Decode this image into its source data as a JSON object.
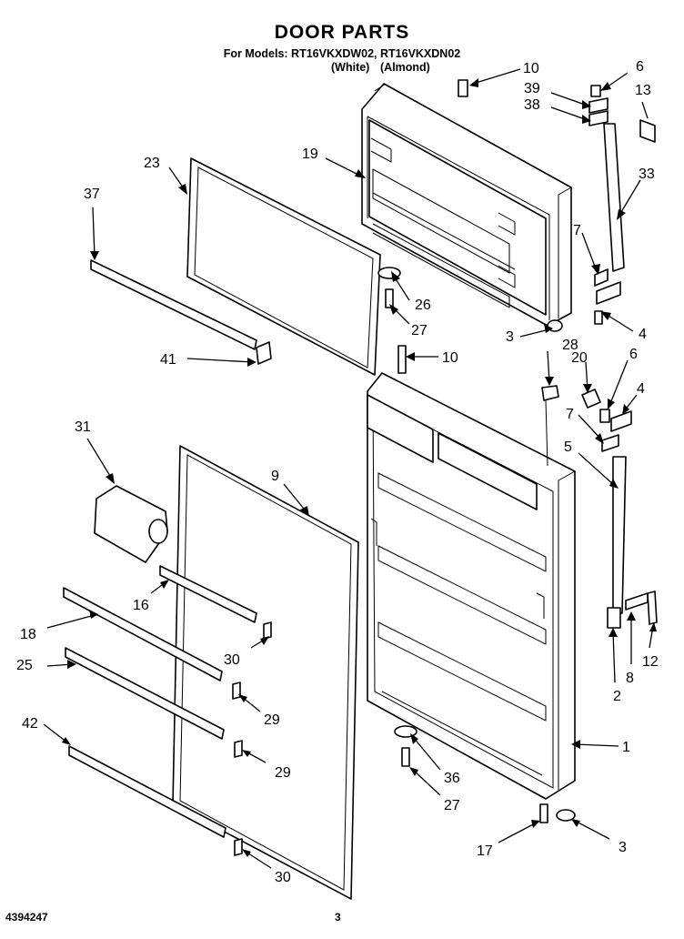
{
  "header": {
    "title": "DOOR PARTS",
    "models_line": "For Models: RT16VKXDW02, RT16VKXDN02",
    "variant_white": "(White)",
    "variant_almond": "(Almond)"
  },
  "footer": {
    "document_number": "4394247",
    "page_number": "3"
  },
  "callouts": [
    "10",
    "6",
    "39",
    "13",
    "38",
    "19",
    "23",
    "37",
    "33",
    "7",
    "26",
    "27",
    "4",
    "3",
    "10",
    "28",
    "20",
    "6",
    "41",
    "4",
    "7",
    "31",
    "9",
    "5",
    "16",
    "18",
    "30",
    "12",
    "8",
    "2",
    "25",
    "29",
    "1",
    "42",
    "29",
    "36",
    "27",
    "17",
    "3",
    "30"
  ]
}
